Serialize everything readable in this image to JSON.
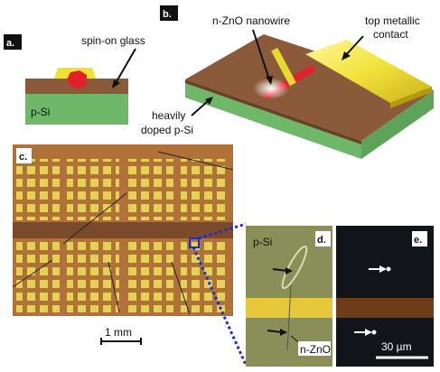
{
  "panels": {
    "a": "a.",
    "b": "b.",
    "c": "c.",
    "d": "d.",
    "e": "e."
  },
  "labels": {
    "spin_on_glass": "spin-on glass",
    "p_si_a": "p-Si",
    "nanowire": "n-ZnO nanowire",
    "top_contact_1": "top metallic",
    "top_contact_2": "contact",
    "heavily_1": "heavily",
    "heavily_2": "doped p-Si",
    "scale_c": "1 mm",
    "p_si_d": "p-Si",
    "n_zno_d": "n-ZnO",
    "scale_e": "30 µm"
  },
  "colors": {
    "glass": "#8a5a3a",
    "substrate": "#6fb86a",
    "contact": "#f0e030",
    "nanowire": "#e0202a",
    "zoom_line": "#1a2bd8"
  }
}
